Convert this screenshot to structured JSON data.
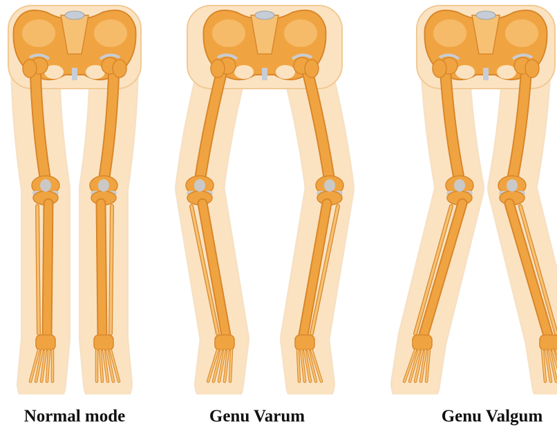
{
  "panels": [
    {
      "caption": "Normal mode",
      "alignment": "straight"
    },
    {
      "caption": "Genu Varum",
      "alignment": "bowed-outward"
    },
    {
      "caption": "Genu Valgum",
      "alignment": "knock-knee"
    }
  ],
  "colors": {
    "background": "#ffffff",
    "skin": "#fbe3c2",
    "skin_edge": "#f1c993",
    "bone": "#f0a441",
    "bone_light": "#f7c173",
    "bone_dark": "#d8862a",
    "cartilage": "#c7cdd6",
    "caption": "#111111"
  }
}
